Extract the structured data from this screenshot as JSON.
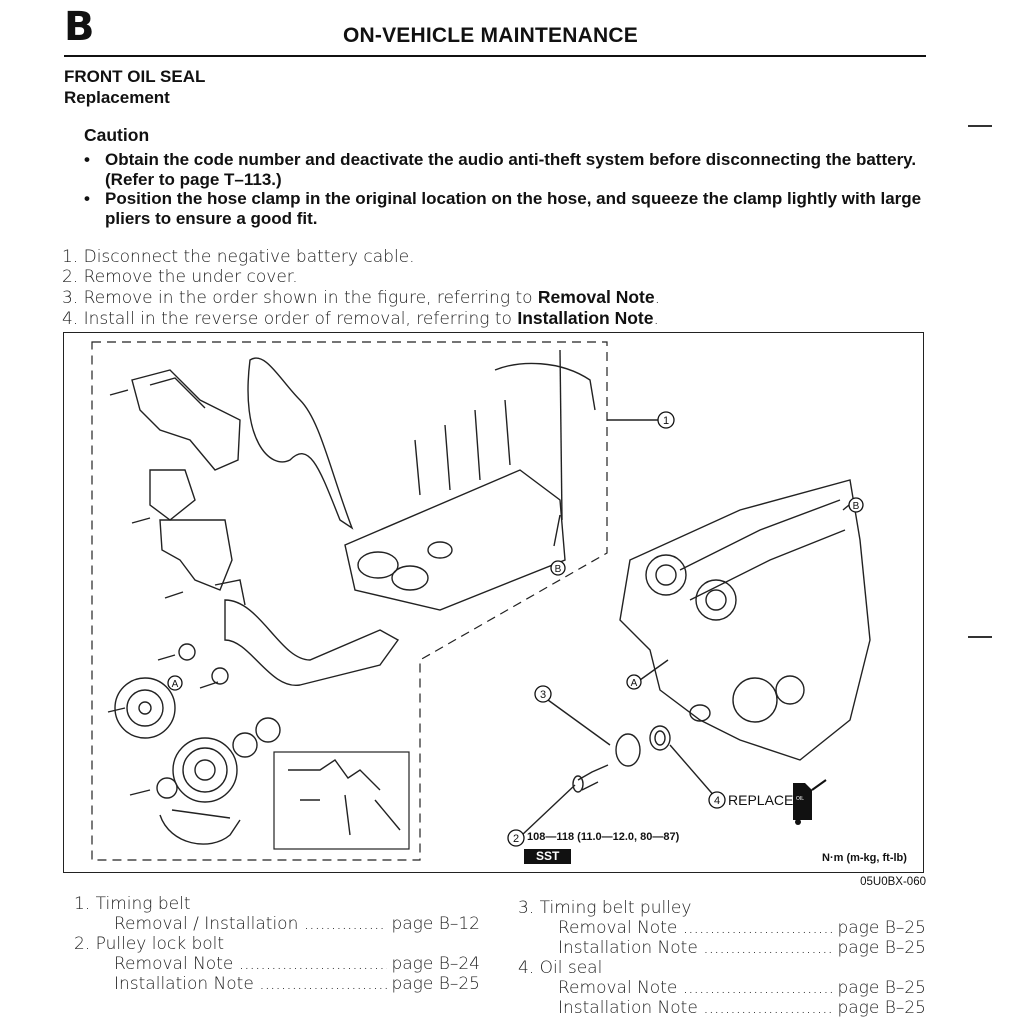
{
  "header": {
    "section_letter": "B",
    "title": "ON-VEHICLE MAINTENANCE"
  },
  "section": {
    "title": "FRONT OIL SEAL",
    "subtitle": "Replacement"
  },
  "caution": {
    "heading": "Caution",
    "bullets": [
      "Obtain the code number and deactivate the audio anti-theft system before disconnecting the battery. (Refer to page T–113.)",
      "Position the hose clamp in the original location on the hose, and squeeze the clamp lightly with large pliers to ensure a good fit."
    ]
  },
  "steps": {
    "s1": "1. Disconnect the negative battery cable.",
    "s2": "2. Remove the under cover.",
    "s3_pre": "3. Remove in the order shown in the figure, referring to ",
    "s3_bold": "Removal Note",
    "s3_post": ".",
    "s4_pre": "4. Install in the reverse order of removal, referring to ",
    "s4_bold": "Installation Note",
    "s4_post": "."
  },
  "figure": {
    "callouts": {
      "c1": "1",
      "c2": "2",
      "c3": "3",
      "c4": "4",
      "a1": "A",
      "a2": "A",
      "b1": "B",
      "b2": "B"
    },
    "replace_label": "REPLACE",
    "oil_label": "OIL",
    "torque_spec": "108—118 (11.0—12.0, 80—87)",
    "sst_label": "SST",
    "unit_note": "N·m (m-kg, ft-lb)",
    "figure_code": "05U0BX-060"
  },
  "references": {
    "col1": [
      {
        "text": "1. Timing belt",
        "page": ""
      },
      {
        "text": "Removal / Installation",
        "page": "page B–12",
        "indent": true
      },
      {
        "text": "2. Pulley lock bolt",
        "page": ""
      },
      {
        "text": "Removal Note",
        "page": "page B–24",
        "indent": true
      },
      {
        "text": "Installation Note",
        "page": "page B–25",
        "indent": true
      }
    ],
    "col2": [
      {
        "text": "3. Timing belt pulley",
        "page": ""
      },
      {
        "text": "Removal Note",
        "page": "page B–25",
        "indent": true
      },
      {
        "text": "Installation Note",
        "page": "page B–25",
        "indent": true
      },
      {
        "text": "4. Oil seal",
        "page": ""
      },
      {
        "text": "Removal Note",
        "page": "page B–25",
        "indent": true
      },
      {
        "text": "Installation Note",
        "page": "page B–25",
        "indent": true
      }
    ]
  }
}
